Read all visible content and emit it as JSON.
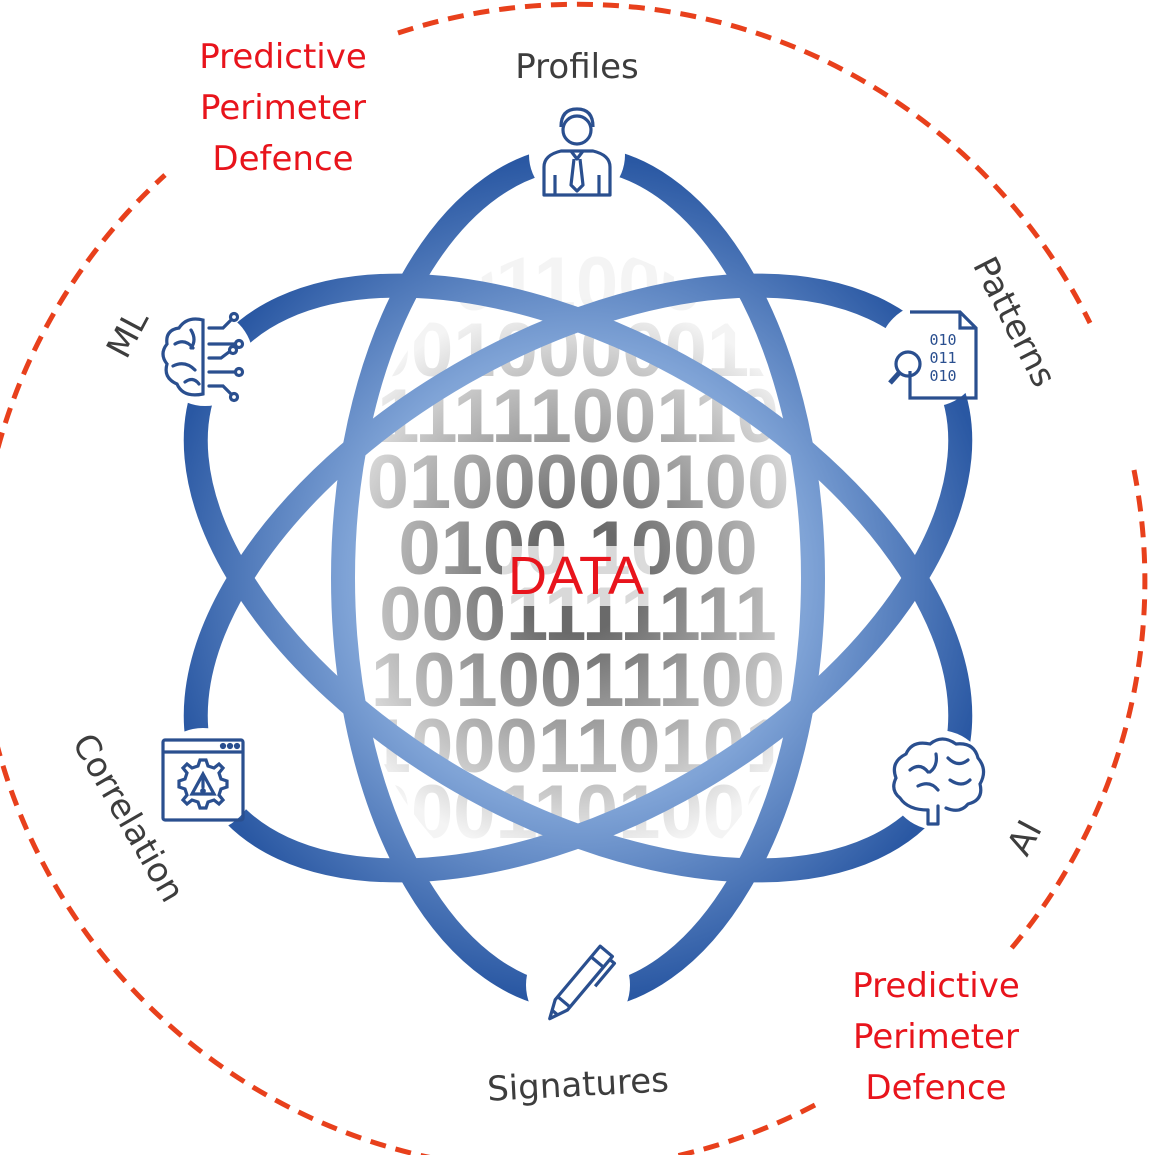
{
  "perimeter_label_top": [
    "Predictive",
    "Perimeter",
    "Defence"
  ],
  "perimeter_label_bottom": [
    "Predictive",
    "Perimeter",
    "Defence"
  ],
  "center_label": "DATA",
  "binary_rows": [
    "0001100000",
    "0010000011",
    "1111100110",
    "0100000100",
    "0100  1000",
    "0001111111",
    "1010011100",
    "1000110101",
    "0001101000"
  ],
  "categories": {
    "profiles": "Profiles",
    "patterns": "Patterns",
    "ai": "AI",
    "signatures": "Signatures",
    "correlation": "Correlation",
    "ml": "ML"
  },
  "icons": {
    "profiles": "person-icon",
    "patterns": "document-search-icon",
    "ai": "brain-icon",
    "signatures": "pen-icon",
    "correlation": "browser-gear-warning-icon",
    "ml": "brain-circuit-icon"
  },
  "colors": {
    "accent_red": "#e8141c",
    "dashed_circle": "#e8401c",
    "orbit_dark": "#2f5ea8",
    "orbit_light": "#a9c4e8",
    "text_gray": "#3d3d3d",
    "icon_blue": "#2a4f8f"
  }
}
